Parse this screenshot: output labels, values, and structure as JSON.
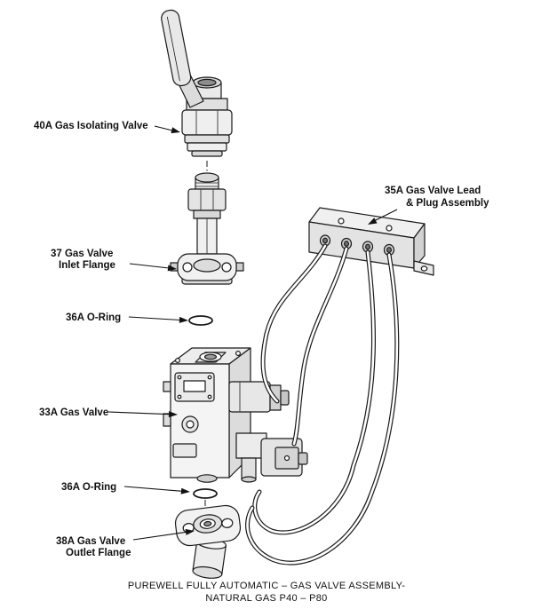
{
  "labels": {
    "isolating_valve": "40A Gas Isolating Valve",
    "lead_plug_line1": "35A Gas Valve Lead",
    "lead_plug_line2": "& Plug Assembly",
    "inlet_flange_line1": "37 Gas Valve",
    "inlet_flange_line2": "Inlet Flange",
    "oring_upper": "36A O-Ring",
    "gas_valve": "33A Gas Valve",
    "oring_lower": "36A O-Ring",
    "outlet_flange_line1": "38A Gas Valve",
    "outlet_flange_line2": "Outlet Flange"
  },
  "caption": {
    "line1": "PUREWELL FULLY AUTOMATIC – GAS VALVE ASSEMBLY-",
    "line2": "NATURAL GAS P40 – P80"
  },
  "colors": {
    "line": "#1a1a1a",
    "shade_light": "#efefef",
    "shade_mid": "#dcdcdc",
    "shade_dark": "#8d8d8d",
    "background": "#ffffff"
  }
}
